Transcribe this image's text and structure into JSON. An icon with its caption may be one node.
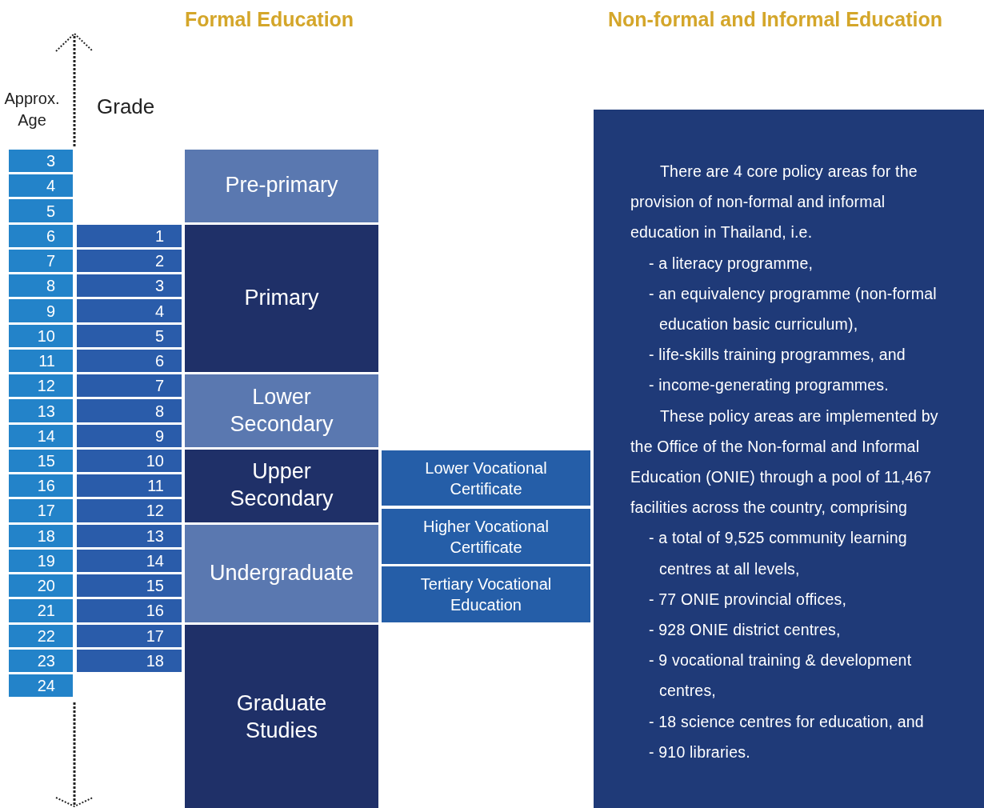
{
  "diagram": {
    "nodes": [
      {
        "text": [
          "3"
        ]
      },
      {
        "text": [
          "4"
        ]
      },
      {
        "text": [
          "5"
        ]
      },
      {
        "text": [
          "6"
        ]
      },
      {
        "text": [
          "7"
        ]
      },
      {
        "text": [
          "8"
        ]
      },
      {
        "text": [
          "9"
        ]
      },
      {
        "text": [
          "10"
        ]
      },
      {
        "text": [
          "11"
        ]
      },
      {
        "text": [
          "12"
        ]
      },
      {
        "text": [
          "13"
        ]
      },
      {
        "text": [
          "14"
        ]
      },
      {
        "text": [
          "15"
        ]
      },
      {
        "text": [
          "16"
        ]
      },
      {
        "text": [
          "17"
        ]
      },
      {
        "text": [
          "18"
        ]
      },
      {
        "text": [
          "19"
        ]
      },
      {
        "text": [
          "20"
        ]
      },
      {
        "text": [
          "21"
        ]
      },
      {
        "text": [
          "22"
        ]
      },
      {
        "text": [
          "23"
        ]
      },
      {
        "text": [
          "24"
        ]
      },
      {
        "text": [
          "1"
        ]
      },
      {
        "text": [
          "2"
        ]
      },
      {
        "text": [
          "3"
        ]
      },
      {
        "text": [
          "4"
        ]
      },
      {
        "text": [
          "5"
        ]
      },
      {
        "text": [
          "6"
        ]
      },
      {
        "text": [
          "7"
        ]
      },
      {
        "text": [
          "8"
        ]
      },
      {
        "text": [
          "9"
        ]
      },
      {
        "text": [
          "10"
        ]
      },
      {
        "text": [
          "11"
        ]
      },
      {
        "text": [
          "12"
        ]
      },
      {
        "text": [
          "13"
        ]
      },
      {
        "text": [
          "14"
        ]
      },
      {
        "text": [
          "15"
        ]
      },
      {
        "text": [
          "16"
        ]
      },
      {
        "text": [
          "17"
        ]
      },
      {
        "text": [
          "18"
        ]
      },
      {
        "text": [
          "Pre-primary"
        ]
      },
      {
        "text": [
          "Primary"
        ]
      },
      {
        "text": [
          "Lower Secondary"
        ]
      },
      {
        "text": [
          "Upper Secondary"
        ]
      },
      {
        "text": [
          "Undergraduate"
        ]
      },
      {
        "text": [
          "Graduate Studies"
        ]
      },
      {
        "text": [
          "Lower Vocational Certificate"
        ]
      },
      {
        "text": [
          "Higher Vocational Certificate"
        ]
      },
      {
        "text": [
          "Tertiary Vocational Education"
        ]
      },
      {
        "text": [
          "There are 4 core policy areas for the provision of non-formal and informal education in Thailand, i.e.",
          "- a literacy programme,",
          "- an equivalency programme (non-formal education basic curriculum),",
          "- life-skills training programmes, and",
          "- income-generating programmes.",
          "These policy areas are implemented by the Office of the Non-formal and Informal Education (ONIE) through a pool of 11,467 facilities across the country, comprising",
          "- a total of 9,525 community learning centres at all levels,",
          "- 77 ONIE provincial offices,",
          "- 928 ONIE district centres,",
          "- 9 vocational training & development centres,",
          "- 18 science centres for education, and",
          "- 910 libraries."
        ]
      }
    ],
    "labels": [
      "Formal Education",
      "Non-formal and Informal Education",
      "Approx. Age",
      "Grade"
    ]
  }
}
